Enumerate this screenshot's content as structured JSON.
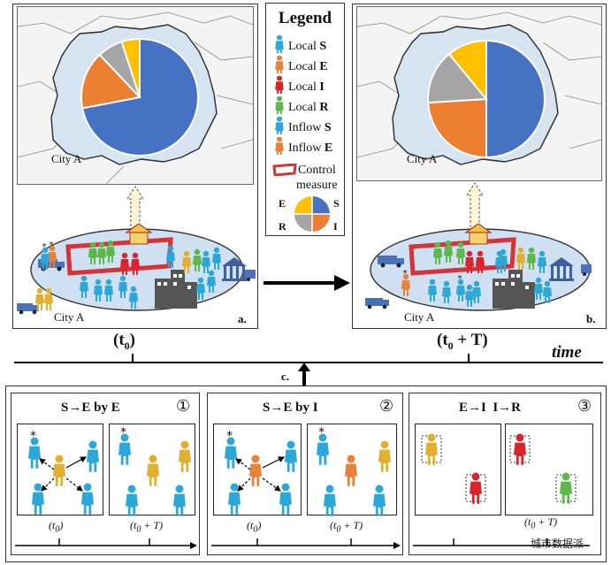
{
  "legend": {
    "title": "Legend",
    "items": [
      {
        "prefix": "Local",
        "state": "S",
        "color": "#2ba8d8"
      },
      {
        "prefix": "Local",
        "state": "E",
        "color": "#e8823a"
      },
      {
        "prefix": "Local",
        "state": "I",
        "color": "#d8252b"
      },
      {
        "prefix": "Local",
        "state": "R",
        "color": "#5db84a"
      },
      {
        "prefix": "Inflow",
        "state": "S",
        "color": "#2ba8d8"
      },
      {
        "prefix": "Inflow",
        "state": "E",
        "color": "#e8823a"
      }
    ],
    "control_label_1": "Control",
    "control_label_2": "measure",
    "pie_key": {
      "E": "E",
      "S": "S",
      "R": "R",
      "I": "I"
    },
    "colors": {
      "S": "#4672c4",
      "E": "#ed7d31",
      "I": "#a5a5a5",
      "R": "#ffc000"
    }
  },
  "panel_a": {
    "city_map_label": "City A",
    "city_label": "City A",
    "tag": "a.",
    "pie": {
      "S": 72,
      "E": 16,
      "I": 7,
      "R": 5
    }
  },
  "panel_b": {
    "city_map_label": "City A",
    "city_label": "City A",
    "tag": "b.",
    "pie": {
      "S": 50,
      "E": 24,
      "I": 15,
      "R": 11
    }
  },
  "timeline": {
    "t0": "(t",
    "t0_sub": "0",
    "t0_close": ")",
    "t0T": "(t",
    "t0T_sub": "0",
    "t0T_rest": " + T)",
    "time": "time",
    "c_tag": "c."
  },
  "subpanels": [
    {
      "title": "S→E by E",
      "number": "①"
    },
    {
      "title": "S→E by I",
      "number": "②"
    },
    {
      "title": "E→I  I→R",
      "number": "③"
    }
  ],
  "small_times": {
    "t0": "(t",
    "sub": "0",
    "close": ")",
    "t0T": "(t",
    "plus": " + T)"
  },
  "watermark": "城市数据派"
}
